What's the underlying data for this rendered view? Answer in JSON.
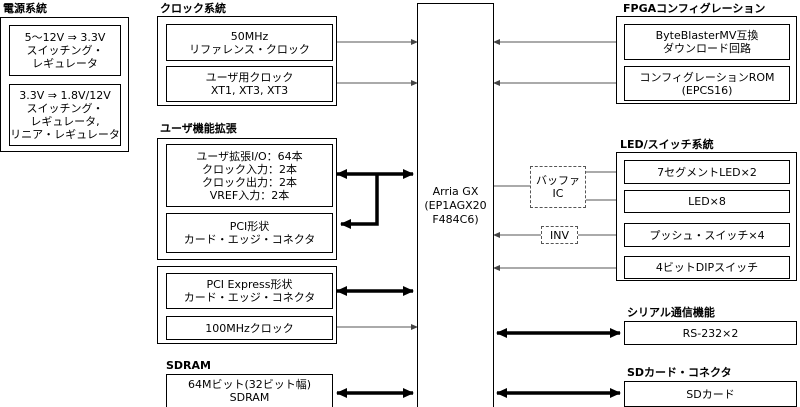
{
  "power": {
    "title": "電源系統",
    "reg1": [
      "5～12V ⇒ 3.3V",
      "スイッチング・",
      "レギュレータ"
    ],
    "reg2": [
      "3.3V ⇒ 1.8V/12V",
      "スイッチング・",
      "レギュレータ,",
      "リニア・レギュレータ"
    ]
  },
  "clock": {
    "title": "クロック系統",
    "ref": [
      "50MHz",
      "リファレンス・クロック"
    ],
    "user": [
      "ユーザ用クロック",
      "XT1, XT3, XT3"
    ]
  },
  "user_ext": {
    "title": "ユーザ機能拡張",
    "io": [
      "ユーザ拡張I/O：64本",
      "クロック入力：2本",
      "クロック出力：2本",
      "VREF入力：2本"
    ],
    "pci": [
      "PCI形状",
      "カード・エッジ・コネクタ"
    ],
    "pcie": [
      "PCI Express形状",
      "カード・エッジ・コネクタ"
    ],
    "clk100": "100MHzクロック"
  },
  "sdram": {
    "title": "SDRAM",
    "box": [
      "64Mビット(32ビット幅)",
      "SDRAM"
    ]
  },
  "fpga": {
    "name": [
      "Arria GX",
      "(EP1AGX20",
      "F484C6)"
    ]
  },
  "config": {
    "title": "FPGAコンフィグレーション",
    "blaster": [
      "ByteBlasterMV互換",
      "ダウンロード回路"
    ],
    "rom": [
      "コンフィグレーションROM",
      "(EPCS16)"
    ]
  },
  "buffer": [
    "バッファ",
    "IC"
  ],
  "inv": "INV",
  "led_switch": {
    "title": "LED/スイッチ系統",
    "seg": "7セグメントLED×2",
    "led": "LED×8",
    "push": "プッシュ・スイッチ×4",
    "dip": "4ビットDIPスイッチ"
  },
  "serial": {
    "title": "シリアル通信機能",
    "rs232": "RS-232×2"
  },
  "sd": {
    "title": "SDカード・コネクタ",
    "card": "SDカード"
  }
}
